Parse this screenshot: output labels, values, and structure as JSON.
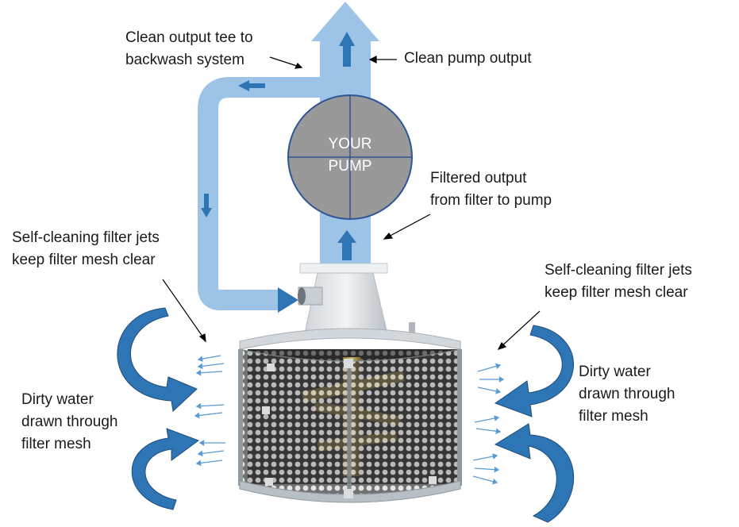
{
  "labels": {
    "clean_tee": [
      "Clean output tee to",
      "backwash system"
    ],
    "clean_pump_output": "Clean pump output",
    "pump": [
      "YOUR",
      "PUMP"
    ],
    "filtered_output": [
      "Filtered output",
      "from filter to pump"
    ],
    "jets_left": [
      "Self-cleaning filter jets",
      "keep filter mesh clear"
    ],
    "jets_right": [
      "Self-cleaning filter jets",
      "keep filter mesh clear"
    ],
    "dirty_left": [
      "Dirty water",
      "drawn through",
      "filter mesh"
    ],
    "dirty_right": [
      "Dirty water",
      "drawn through",
      "filter mesh"
    ]
  },
  "colors": {
    "pipe": "#9dc3e6",
    "flow_arrow": "#2e75b6",
    "pump_fill": "#999999",
    "pump_outline": "#2f5597",
    "curved_arrow": "#2e75b6",
    "mesh_frame": "#7f8c8d"
  }
}
